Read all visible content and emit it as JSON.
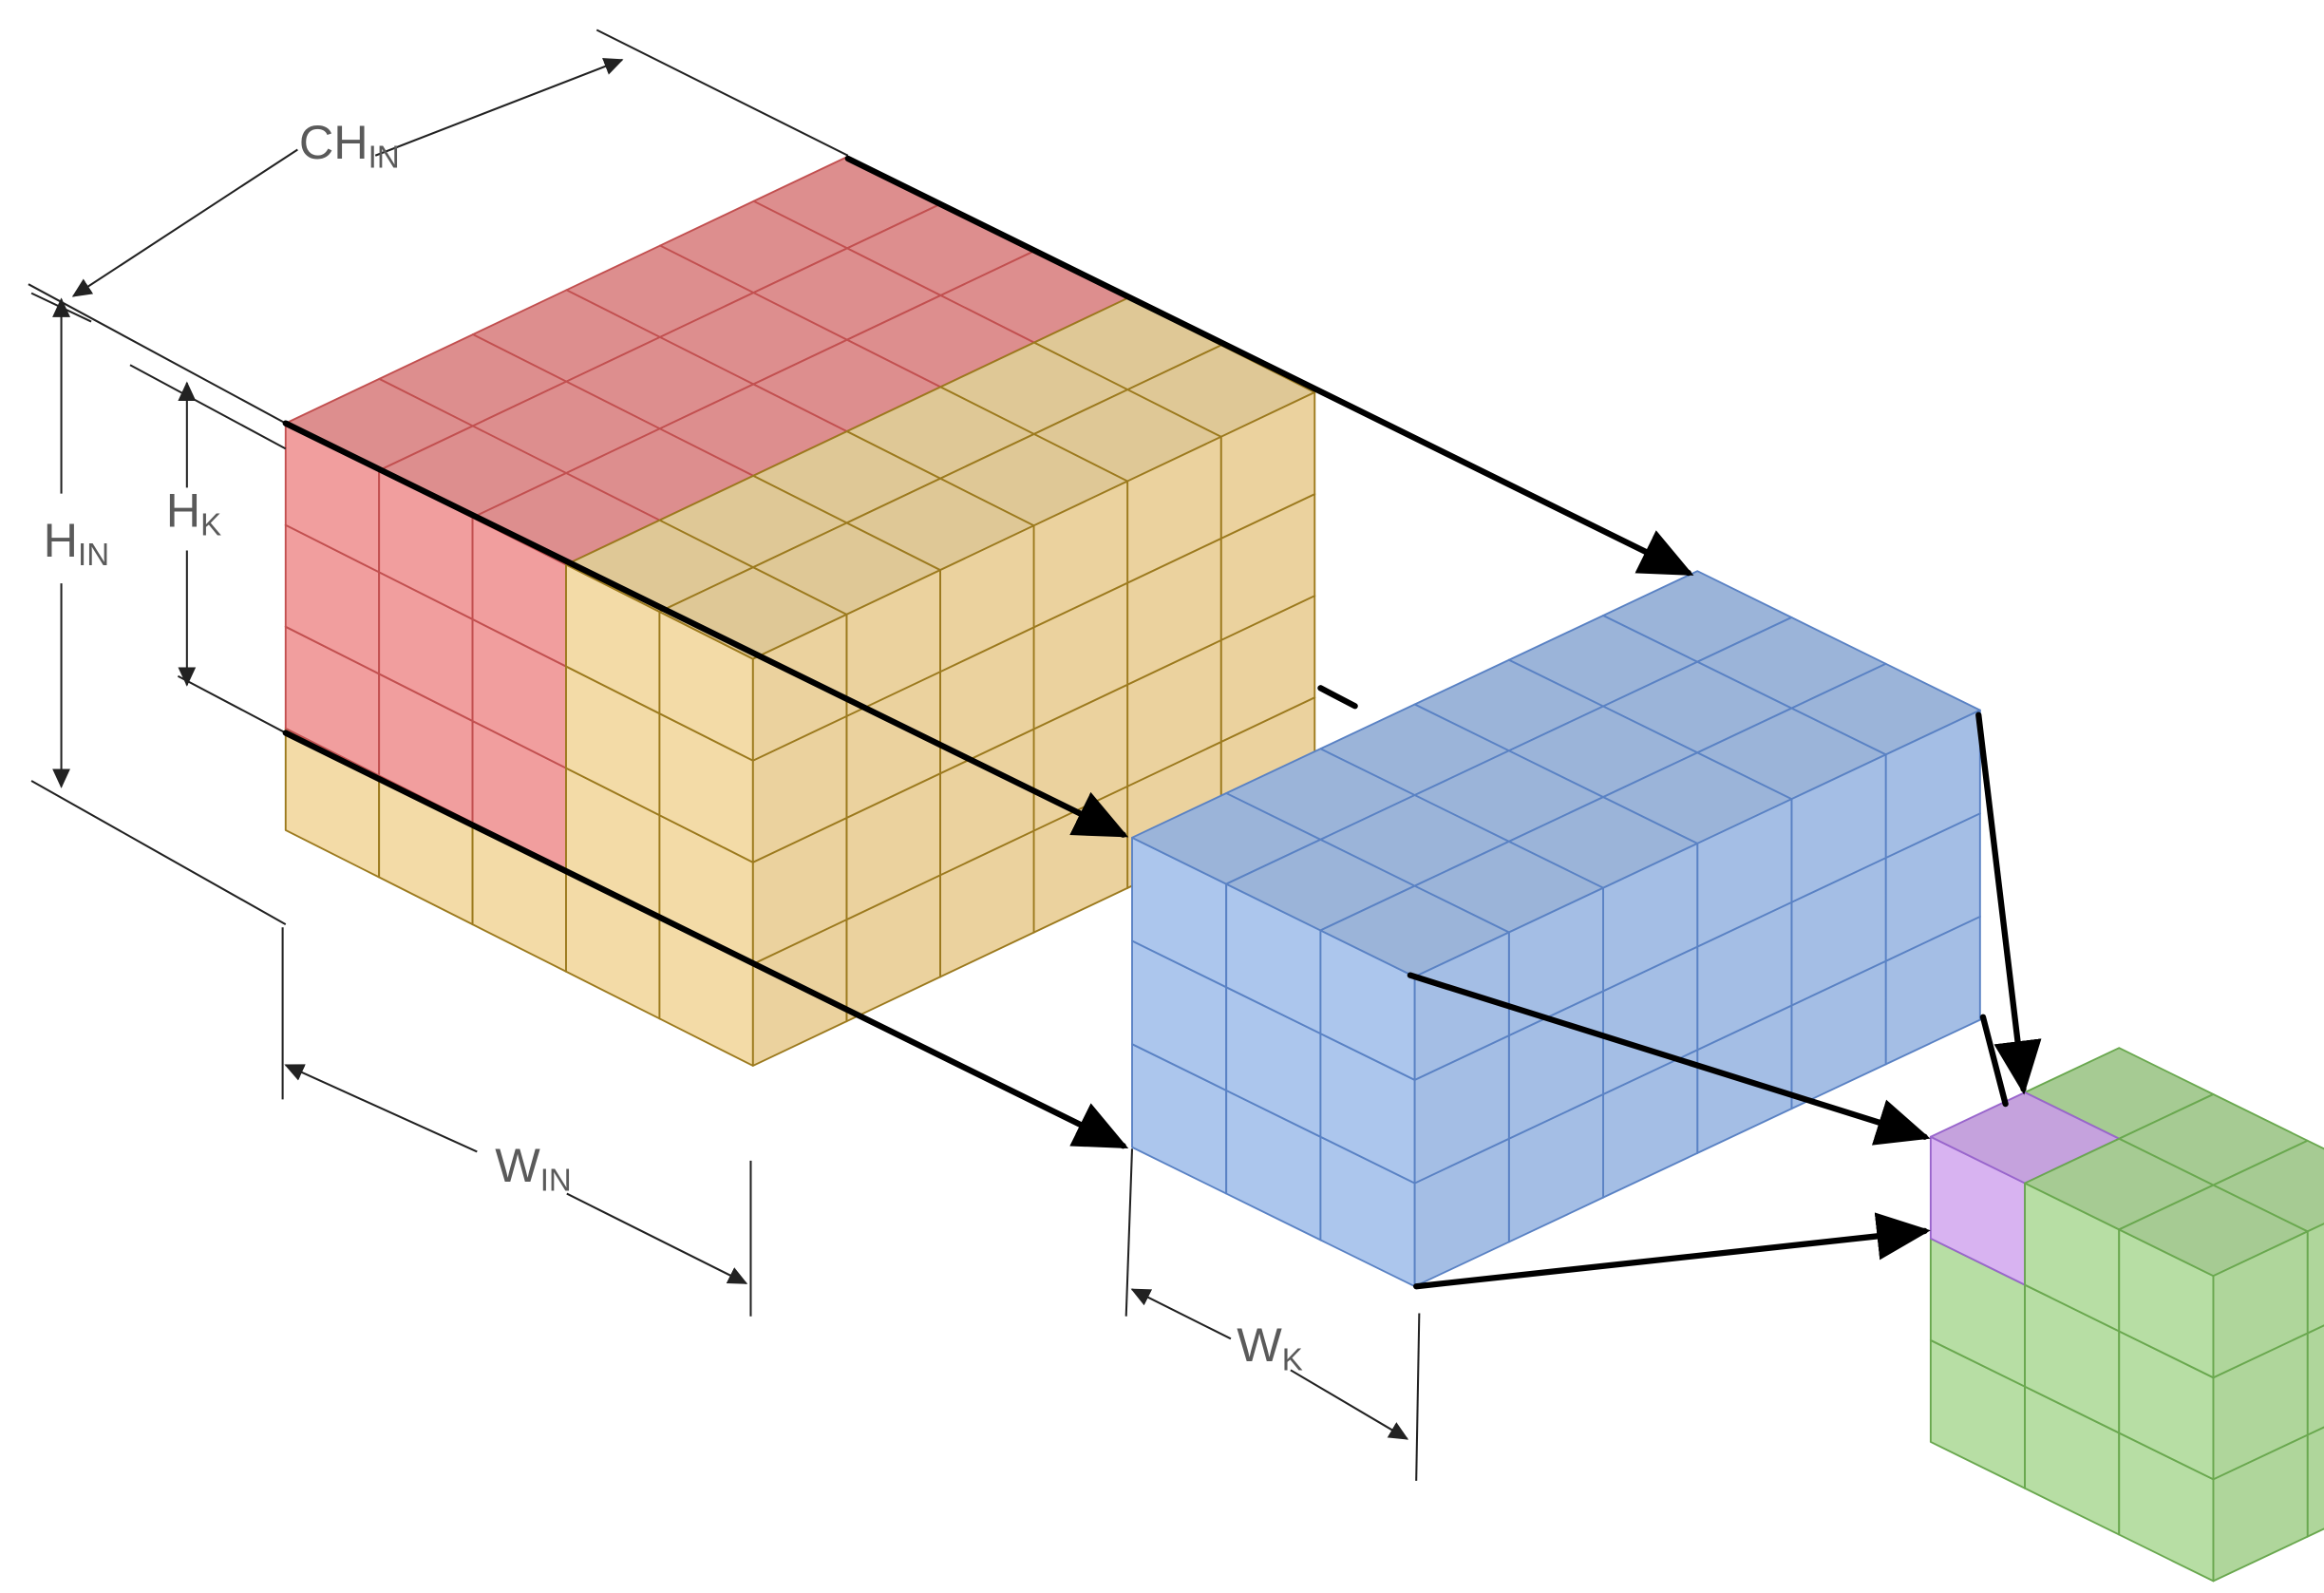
{
  "labels": {
    "ch_in": {
      "main": "CH",
      "sub": "IN"
    },
    "h_in": {
      "main": "H",
      "sub": "IN"
    },
    "h_k": {
      "main": "H",
      "sub": "K"
    },
    "w_in": {
      "main": "W",
      "sub": "IN"
    },
    "w_k": {
      "main": "W",
      "sub": "K"
    }
  },
  "tensors": {
    "input": {
      "width": 5,
      "height": 4,
      "channels": 6,
      "kernel_window": {
        "width": 3,
        "height": 3
      }
    },
    "kernel": {
      "width": 3,
      "height": 3,
      "channels": 6
    },
    "output": {
      "width": 3,
      "height": 3,
      "channels": 2
    }
  },
  "colors": {
    "input_tan": "#f2d9a3",
    "input_tan_edge": "#9c7a1e",
    "input_red": "#f09a9a",
    "input_red_edge": "#c25050",
    "kernel_blue": "#a9c4ec",
    "kernel_blue_edge": "#5a82c4",
    "output_green": "#b4dda0",
    "output_green_edge": "#6aa84f",
    "output_purple": "#d6b0f0",
    "output_purple_edge": "#9966cc",
    "arrow": "#000000",
    "dimension_line": "#222222"
  }
}
